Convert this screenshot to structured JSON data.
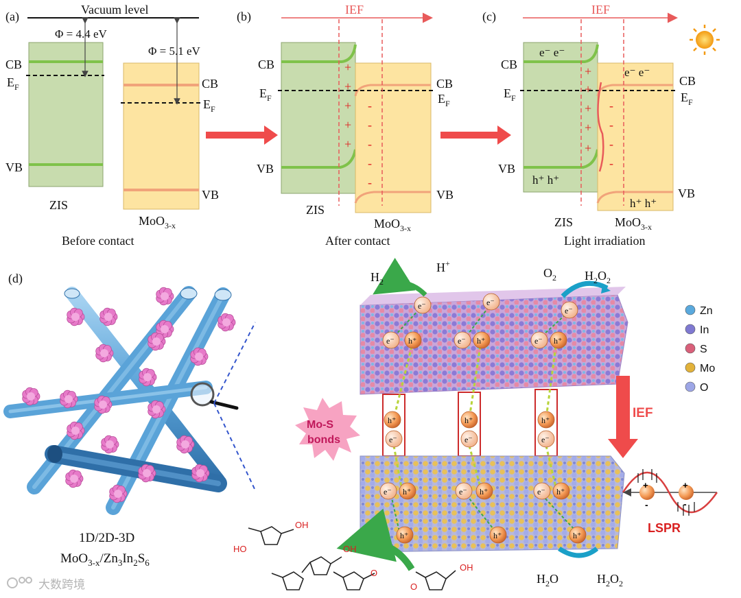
{
  "panel_a": {
    "label": "(a)",
    "vacuum_level": "Vacuum level",
    "phi_zis": "Φ = 4.4 eV",
    "phi_moo3": "Φ = 5.1 eV",
    "cb": "CB",
    "ef": "E",
    "ef_sub": "F",
    "vb": "VB",
    "zis": "ZIS",
    "moo3": "MoO",
    "moo3_sub": "3-x",
    "caption": "Before contact"
  },
  "panel_b": {
    "label": "(b)",
    "ief": "IEF",
    "cb": "CB",
    "ef": "E",
    "ef_sub": "F",
    "vb": "VB",
    "zis": "ZIS",
    "moo3": "MoO",
    "moo3_sub": "3-x",
    "caption": "After contact",
    "plus": "+",
    "minus": "-"
  },
  "panel_c": {
    "label": "(c)",
    "ief": "IEF",
    "cb": "CB",
    "ef": "E",
    "ef_sub": "F",
    "vb": "VB",
    "zis": "ZIS",
    "moo3": "MoO",
    "moo3_sub": "3-x",
    "caption": "Light irradiation",
    "electrons": "e⁻  e⁻",
    "holes": "h⁺  h⁺"
  },
  "panel_d": {
    "label": "(d)",
    "structure_line1": "1D/2D-3D",
    "structure_line2": "MoO3-x/Zn3In2S6",
    "h2": "H2",
    "hplus": "H+",
    "o2": "O2",
    "h2o2_top": "H2O2",
    "h2o": "H2O",
    "h2o2_bottom": "H2O2",
    "ief": "IEF",
    "lspr": "LSPR",
    "mos_bonds_1": "Mo-S",
    "mos_bonds_2": "bonds",
    "electron": "e⁻",
    "hole": "h⁺",
    "legend": [
      {
        "label": "Zn",
        "color": "#5aa9dd"
      },
      {
        "label": "In",
        "color": "#7f79d1"
      },
      {
        "label": "S",
        "color": "#d9607a"
      },
      {
        "label": "Mo",
        "color": "#e2b23a"
      },
      {
        "label": "O",
        "color": "#9da6e6"
      }
    ]
  },
  "watermark": "大数跨境",
  "colors": {
    "zis_band": "#c8dcae",
    "moo3_band": "#fde4a1",
    "band_edge_green": "#7fc24a",
    "band_edge_orange": "#f1a37a",
    "ief_red": "#e85a5a",
    "arrow_red": "#ef4b4b",
    "tube_blue": "#5aa3d8",
    "flower_pink": "#e77ac9"
  }
}
